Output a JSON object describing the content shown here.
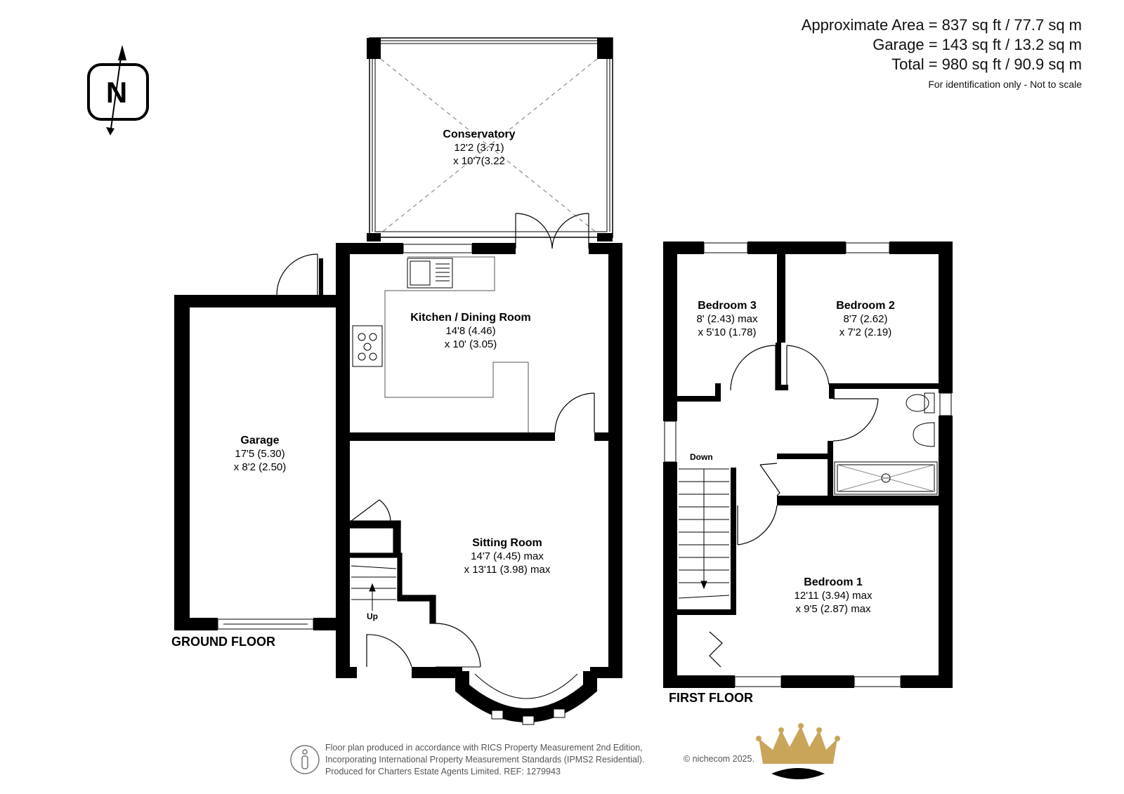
{
  "areas": {
    "approximate": "Approximate Area = 837 sq ft / 77.7 sq m",
    "garage": "Garage = 143 sq ft / 13.2 sq m",
    "total": "Total = 980 sq ft / 90.9 sq m",
    "note": "For identification only - Not to scale"
  },
  "compass": {
    "label": "N",
    "icon": "north-compass-icon"
  },
  "ground_floor": {
    "label": "GROUND FLOOR",
    "conservatory": {
      "name": "Conservatory",
      "dim1": "12'2 (3.71)",
      "dim2": "x 10'7(3.22"
    },
    "kitchen": {
      "name": "Kitchen / Dining Room",
      "dim1": "14'8 (4.46)",
      "dim2": "x 10' (3.05)"
    },
    "garage": {
      "name": "Garage",
      "dim1": "17'5 (5.30)",
      "dim2": "x 8'2 (2.50)"
    },
    "sitting": {
      "name": "Sitting Room",
      "dim1": "14'7 (4.45) max",
      "dim2": "x 13'11 (3.98) max"
    },
    "stairs_label": "Up"
  },
  "first_floor": {
    "label": "FIRST FLOOR",
    "bedroom3": {
      "name": "Bedroom 3",
      "dim1": "8' (2.43) max",
      "dim2": "x 5'10 (1.78)"
    },
    "bedroom2": {
      "name": "Bedroom 2",
      "dim1": "8'7 (2.62)",
      "dim2": "x 7'2 (2.19)"
    },
    "bedroom1": {
      "name": "Bedroom 1",
      "dim1": "12'11 (3.94) max",
      "dim2": "x 9'5 (2.87) max"
    },
    "stairs_label": "Down"
  },
  "footer": {
    "line1": "Floor plan produced in accordance with RICS Property Measurement 2nd Edition,",
    "line2": "Incorporating International Property Measurement Standards (IPMS2 Residential).",
    "line3": "Produced for Charters Estate Agents Limited.   REF: 1279943",
    "copyright": "© nichecom 2025.",
    "crown_logo": "crown-logo-icon",
    "info_icon": "person-info-icon"
  },
  "colors": {
    "wall": "#000000",
    "crown_gold": "#c9a55a",
    "text": "#111111",
    "footer_text": "#555555"
  }
}
